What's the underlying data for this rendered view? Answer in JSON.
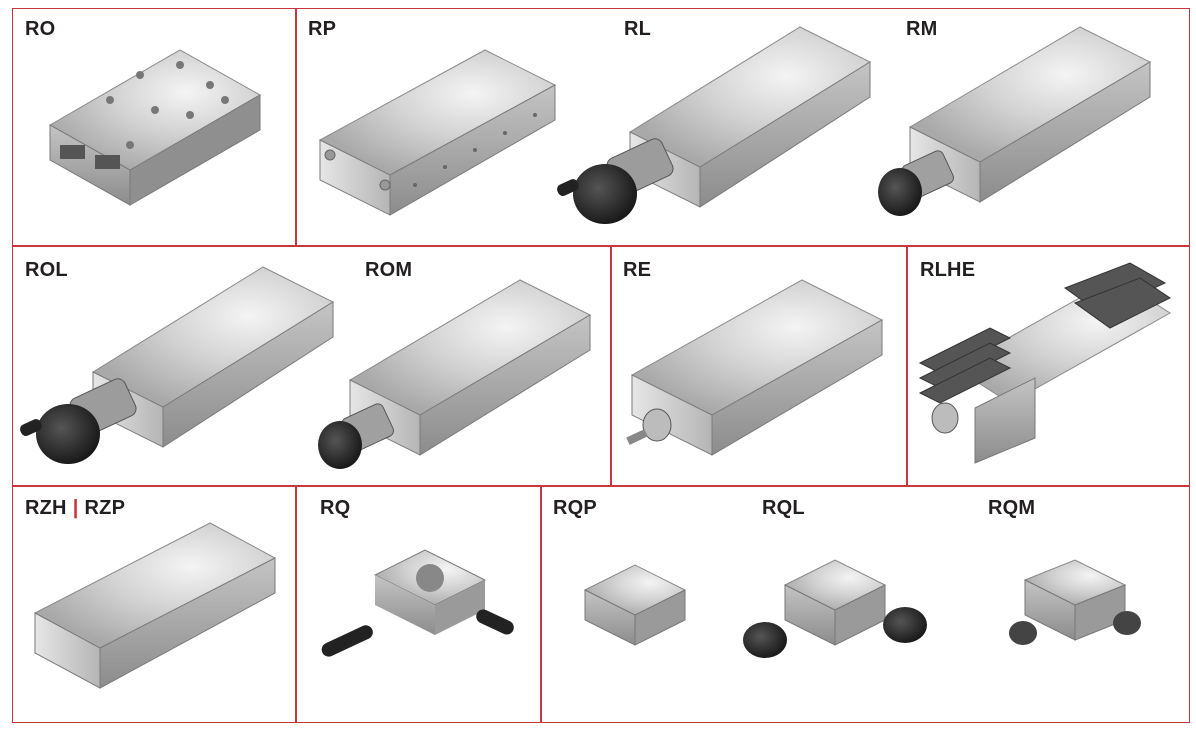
{
  "colors": {
    "border": "#c8373d",
    "label": "#231f20",
    "stage_top": "#d7d7d7",
    "stage_side": "#9a9a9a",
    "knob": "#2b2b2b"
  },
  "products": {
    "ro": "RO",
    "rp": "RP",
    "rl": "RL",
    "rm": "RM",
    "rol": "ROL",
    "rom": "ROM",
    "re": "RE",
    "rlhe": "RLHE",
    "rzh": "RZH",
    "rzp": "RZP",
    "rq": "RQ",
    "rqp": "RQP",
    "rql": "RQL",
    "rqm": "RQM"
  }
}
